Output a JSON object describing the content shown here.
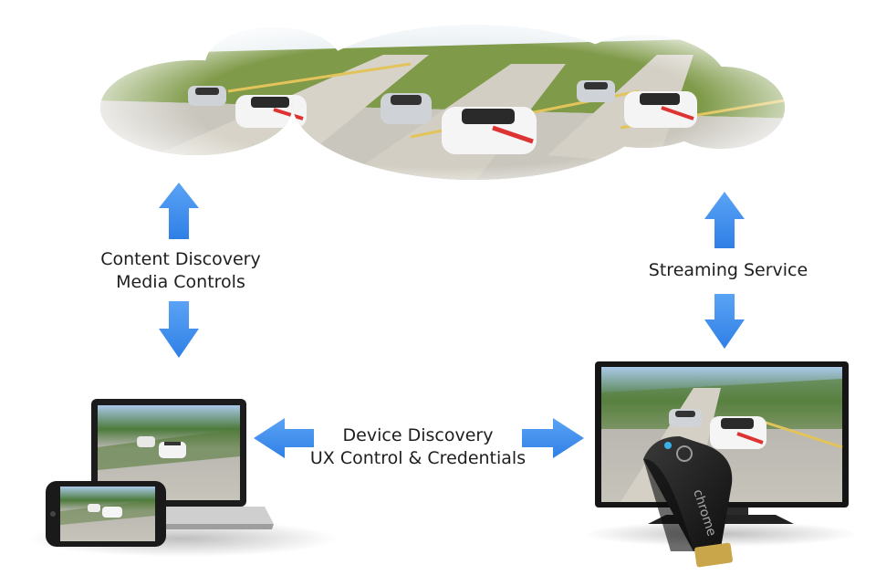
{
  "labels": {
    "content_discovery": "Content Discovery",
    "media_controls": "Media Controls",
    "streaming_service": "Streaming Service",
    "device_discovery": "Device Discovery",
    "ux_control": "UX Control & Credentials",
    "chromecast_brand": "chrome"
  },
  "colors": {
    "arrow": "#3b8df0",
    "road": "#b8b8b0",
    "grass": "#6f8b3a",
    "device_frame": "#1c1c1c",
    "text": "#1e1e1e"
  }
}
